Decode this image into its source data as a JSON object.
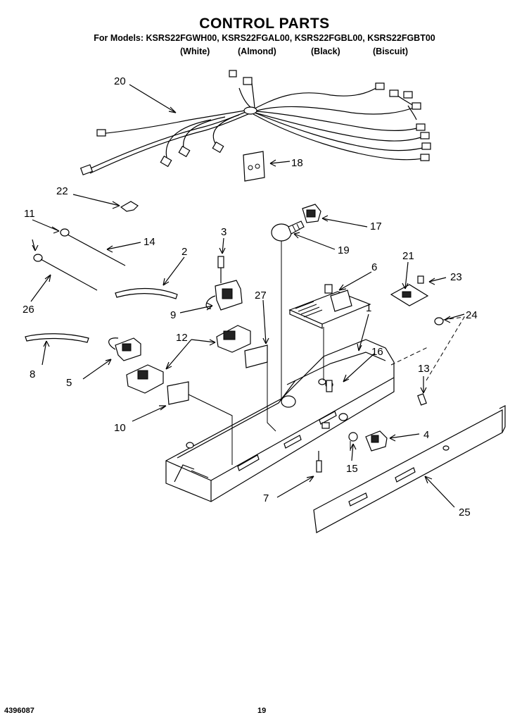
{
  "header": {
    "title": "CONTROL PARTS",
    "models": "For Models: KSRS22FGWH00, KSRS22FGAL00, KSRS22FGBL00, KSRS22FGBT00",
    "variants": [
      "(White)",
      "(Almond)",
      "(Black)",
      "(Biscuit)"
    ]
  },
  "callouts": {
    "c1": "1",
    "c2": "2",
    "c3": "3",
    "c4": "4",
    "c5": "5",
    "c6": "6",
    "c7": "7",
    "c8": "8",
    "c9": "9",
    "c10": "10",
    "c11": "11",
    "c12": "12",
    "c13": "13",
    "c14": "14",
    "c15": "15",
    "c16": "16",
    "c17": "17",
    "c18": "18",
    "c19": "19",
    "c20": "20",
    "c21": "21",
    "c22": "22",
    "c23": "23",
    "c24": "24",
    "c25": "25",
    "c26": "26",
    "c27": "27"
  },
  "footer": {
    "doc_number": "4396087",
    "page_number": "19"
  }
}
